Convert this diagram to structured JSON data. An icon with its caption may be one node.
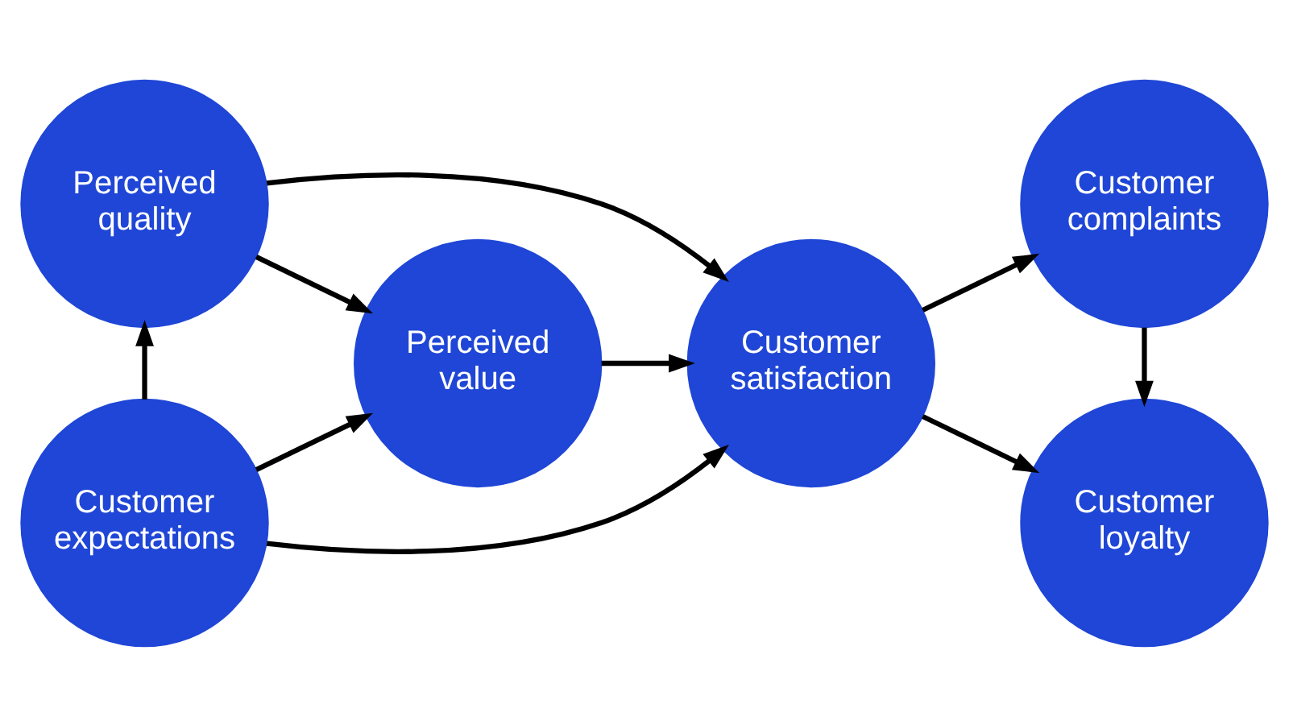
{
  "diagram": {
    "nodes": [
      {
        "text": [
          "Perceived quality"
        ]
      },
      {
        "text": [
          "Customer expectations"
        ]
      },
      {
        "text": [
          "Perceived value"
        ]
      },
      {
        "text": [
          "Customer satisfaction"
        ]
      },
      {
        "text": [
          "Customer complaints"
        ]
      },
      {
        "text": [
          "Customer loyalty"
        ]
      }
    ],
    "edges": [
      {
        "from": 1,
        "to": 0,
        "arrow": "to"
      },
      {
        "from": 0,
        "to": 2,
        "arrow": "to"
      },
      {
        "from": 0,
        "to": 3,
        "arrow": "to"
      },
      {
        "from": 1,
        "to": 2,
        "arrow": "to"
      },
      {
        "from": 1,
        "to": 3,
        "arrow": "to"
      },
      {
        "from": 2,
        "to": 3,
        "arrow": "to"
      },
      {
        "from": 3,
        "to": 4,
        "arrow": "to"
      },
      {
        "from": 3,
        "to": 5,
        "arrow": "to"
      },
      {
        "from": 4,
        "to": 5,
        "arrow": "to"
      }
    ]
  }
}
